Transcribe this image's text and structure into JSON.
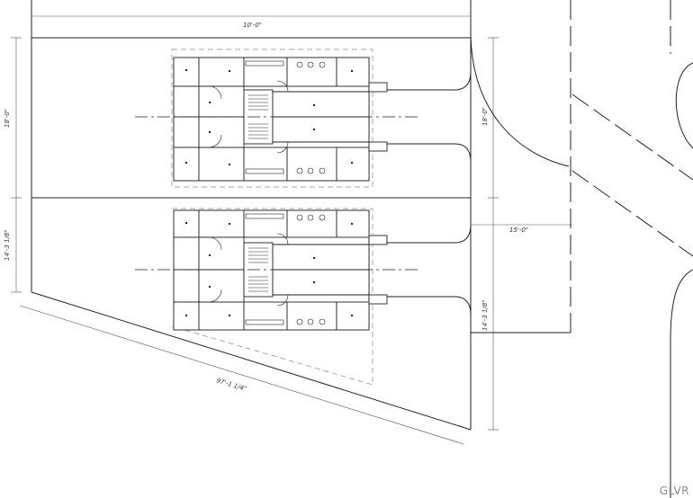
{
  "drawing": {
    "dimensions": {
      "top_width": "10'-0\"",
      "left_upper": "18'-0\"",
      "left_lower": "14'-3 1/8\"",
      "right_upper": "18'-0\"",
      "right_mid": "15'-0\"",
      "right_lower": "14'-3 1/8\"",
      "diagonal_bottom": "97'-1 1/4\""
    },
    "watermark": "GLVR",
    "colors": {
      "line": "#222222",
      "fill": "#ffffff"
    }
  }
}
